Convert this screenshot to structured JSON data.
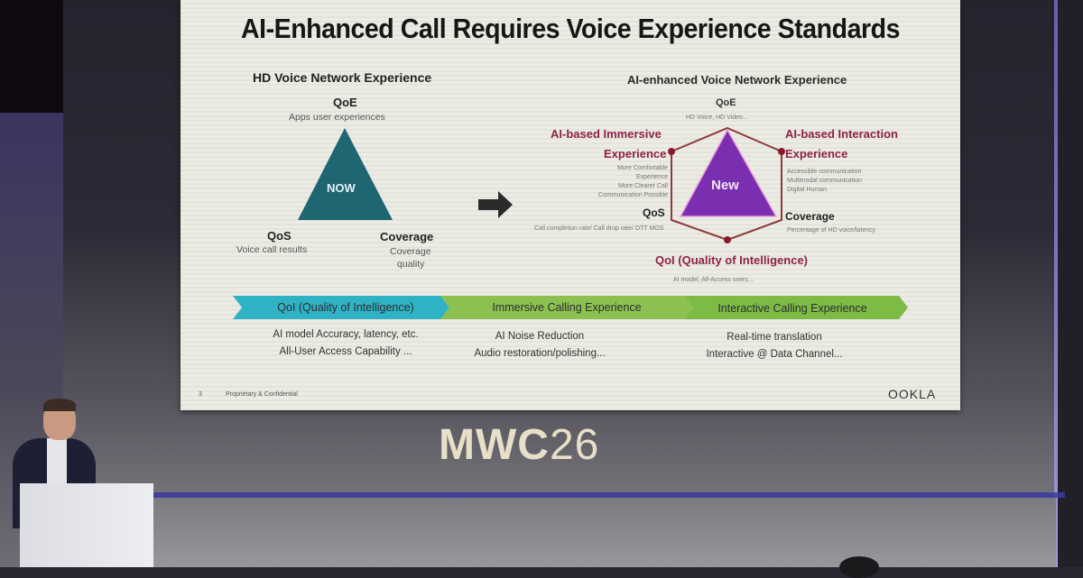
{
  "slide": {
    "title": "AI-Enhanced Call Requires Voice Experience Standards",
    "left_diagram": {
      "heading": "HD Voice Network Experience",
      "center_label": "NOW",
      "top": {
        "label": "QoE",
        "sub": "Apps user experiences"
      },
      "bottom_left": {
        "label": "QoS",
        "sub": "Voice call results"
      },
      "bottom_right": {
        "label": "Coverage",
        "sub1": "Coverage",
        "sub2": "quality"
      },
      "color": "#1f6673"
    },
    "arrow_icon": "right-arrow-icon",
    "right_diagram": {
      "heading": "AI-enhanced Voice Network Experience",
      "center_label": "New",
      "top": {
        "label": "QoE",
        "sub": "HD Voice, HD Video..."
      },
      "left_upper": {
        "label1": "AI-based Immersive",
        "label2": "Experience",
        "sub": [
          "More Comfortable",
          "Experience",
          "More Clearer Call",
          "Communication Possible"
        ]
      },
      "right_upper": {
        "label1": "AI-based Interaction",
        "label2": "Experience",
        "sub": [
          "Accessible communication",
          "Multimodal communication",
          "Digital Human"
        ]
      },
      "left_lower": {
        "label": "QoS",
        "sub": "Call completion rate/ Call drop rate/ OTT MOS"
      },
      "right_lower": {
        "label": "Coverage",
        "sub": "Percentage of HD voice/latency"
      },
      "bottom": {
        "label": "QoI (Quality of Intelligence)",
        "sub": "AI model, All-Access users..."
      },
      "triangle_color": "#7a2fb0",
      "hexagon_color": "#8c3a3a",
      "accent_color": "#8c2348"
    },
    "band": {
      "segments": [
        {
          "label": "QoI (Quality of Intelligence)",
          "color": "#2fb3c4",
          "desc": [
            "AI model Accuracy, latency, etc.",
            "All-User Access Capability ..."
          ]
        },
        {
          "label": "Immersive Calling Experience",
          "color": "#8cc152",
          "desc": [
            "AI Noise Reduction",
            "Audio restoration/polishing..."
          ]
        },
        {
          "label": "Interactive Calling Experience",
          "color": "#7dbb47",
          "desc": [
            "Real-time translation",
            "Interactive @ Data Channel..."
          ]
        }
      ]
    },
    "footer": {
      "page_number": "3",
      "confidential": "Proprietary & Confidential",
      "logo": "OOKLA"
    }
  },
  "stage": {
    "event_logo_letters": "MWC",
    "event_logo_number": "26"
  }
}
